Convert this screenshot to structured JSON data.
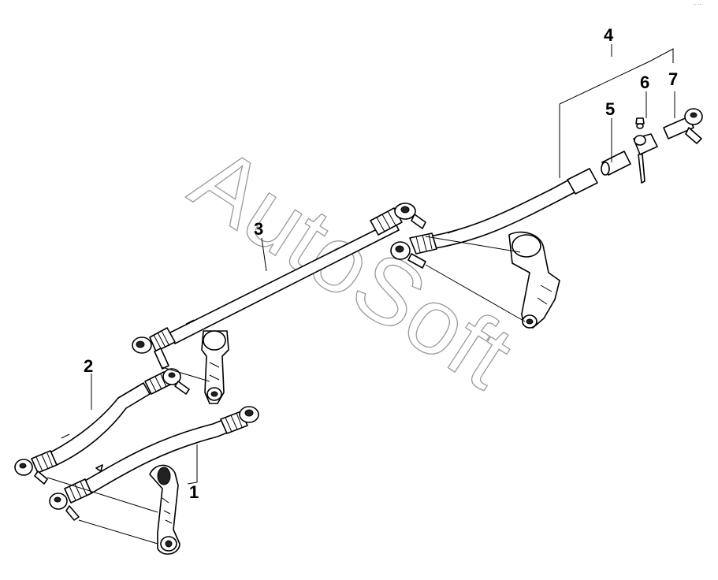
{
  "watermark": "AutoSoft",
  "corner_mark": "·· ···",
  "callouts": [
    {
      "id": "1",
      "text": "1"
    },
    {
      "id": "2",
      "text": "2"
    },
    {
      "id": "3",
      "text": "3"
    },
    {
      "id": "4",
      "text": "4"
    },
    {
      "id": "5",
      "text": "5"
    },
    {
      "id": "6",
      "text": "6"
    },
    {
      "id": "7",
      "text": "7"
    }
  ]
}
